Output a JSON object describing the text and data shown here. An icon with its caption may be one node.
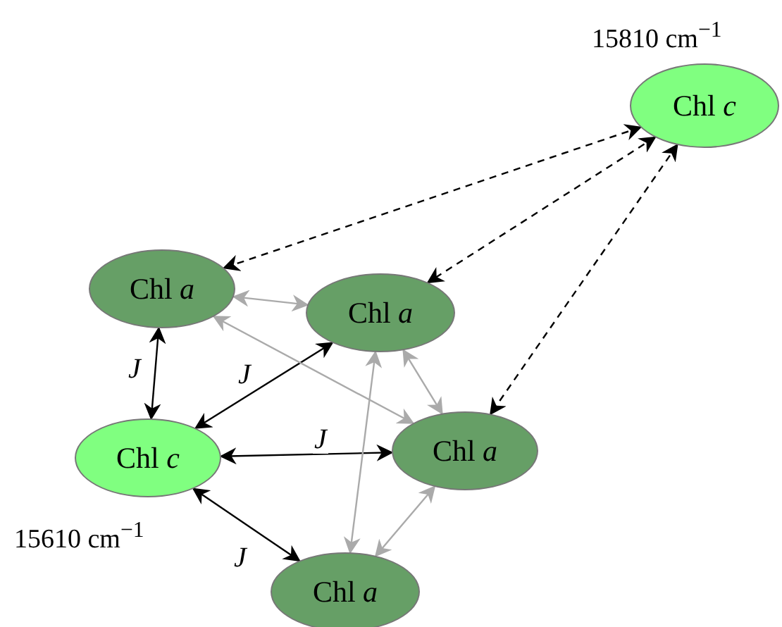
{
  "diagram": {
    "nodes": [
      {
        "text": [
          "Chl *c*"
        ],
        "beside": [
          "15810 cm$^{−1}$"
        ]
      },
      {
        "text": [
          "Chl *a*"
        ]
      },
      {
        "text": [
          "Chl *a*"
        ]
      },
      {
        "text": [
          "Chl *c*"
        ],
        "beside": [
          "15610 cm$^{−1}$"
        ]
      },
      {
        "text": [
          "Chl *a*"
        ]
      },
      {
        "text": [
          "Chl *a*"
        ]
      }
    ],
    "edges": [
      {
        "from": 0,
        "to": 1,
        "arrow": "both",
        "style": "dashed"
      },
      {
        "from": 0,
        "to": 2,
        "arrow": "both",
        "style": "dashed"
      },
      {
        "from": 0,
        "to": 4,
        "arrow": "both",
        "style": "dashed"
      },
      {
        "from": 1,
        "to": 3,
        "arrow": "both",
        "label": "J"
      },
      {
        "from": 2,
        "to": 3,
        "arrow": "both",
        "label": "J"
      },
      {
        "from": 3,
        "to": 4,
        "arrow": "both",
        "label": "J"
      },
      {
        "from": 3,
        "to": 5,
        "arrow": "both",
        "label": "J"
      },
      {
        "from": 1,
        "to": 2,
        "arrow": "both",
        "color": "#aaaaaa"
      },
      {
        "from": 1,
        "to": 4,
        "arrow": "both",
        "color": "#aaaaaa"
      },
      {
        "from": 2,
        "to": 4,
        "arrow": "both",
        "color": "#aaaaaa"
      },
      {
        "from": 2,
        "to": 5,
        "arrow": "both",
        "color": "#aaaaaa"
      },
      {
        "from": 4,
        "to": 5,
        "arrow": "both",
        "color": "#aaaaaa"
      }
    ]
  }
}
